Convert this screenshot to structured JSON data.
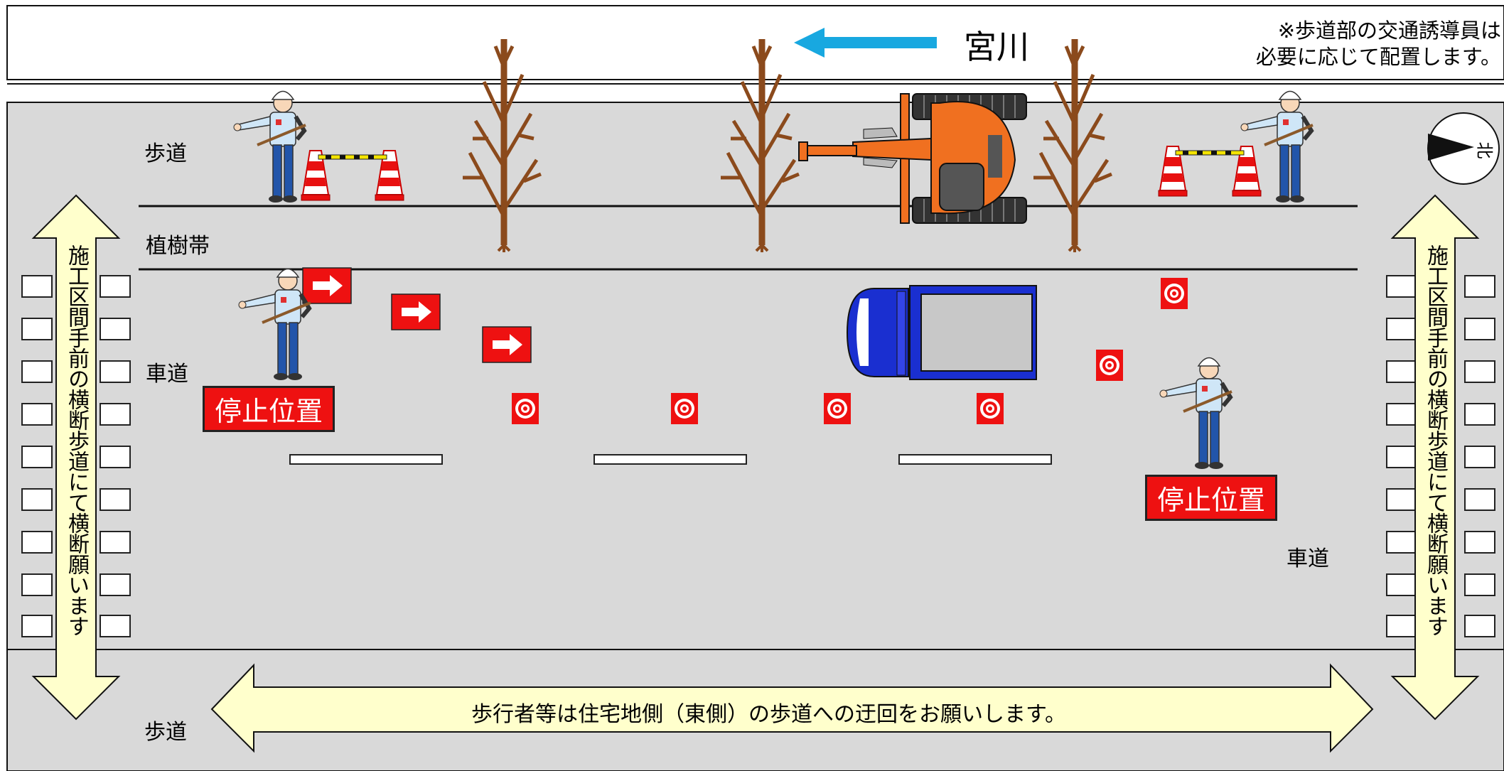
{
  "river": {
    "name": "宮川",
    "arrow_color": "#18a8e0"
  },
  "note": {
    "line1": "※歩道部の交通誘導員は",
    "line2": "必要に応じて配置します。"
  },
  "zones": {
    "sidewalk_top": "歩道",
    "planting": "植樹帯",
    "roadway_left": "車道",
    "roadway_right": "車道",
    "sidewalk_bottom": "歩道"
  },
  "stop_signs": {
    "left": "停止位置",
    "right": "停止位置"
  },
  "crosswalk_notice": {
    "left": "施工区間手前の横断歩道にて横断願います",
    "right": "施工区間手前の横断歩道にて横断願います"
  },
  "detour_notice": "歩行者等は住宅地側（東側）の歩道への迂回をお願いします。",
  "compass": {
    "label": "北"
  },
  "colors": {
    "road": "#d9d9d9",
    "arrow_fill": "#ffffcc",
    "sign_red": "#ee1111",
    "excavator": "#f07020",
    "truck": "#1a2fd0",
    "guard_uniform": "#2255aa"
  }
}
